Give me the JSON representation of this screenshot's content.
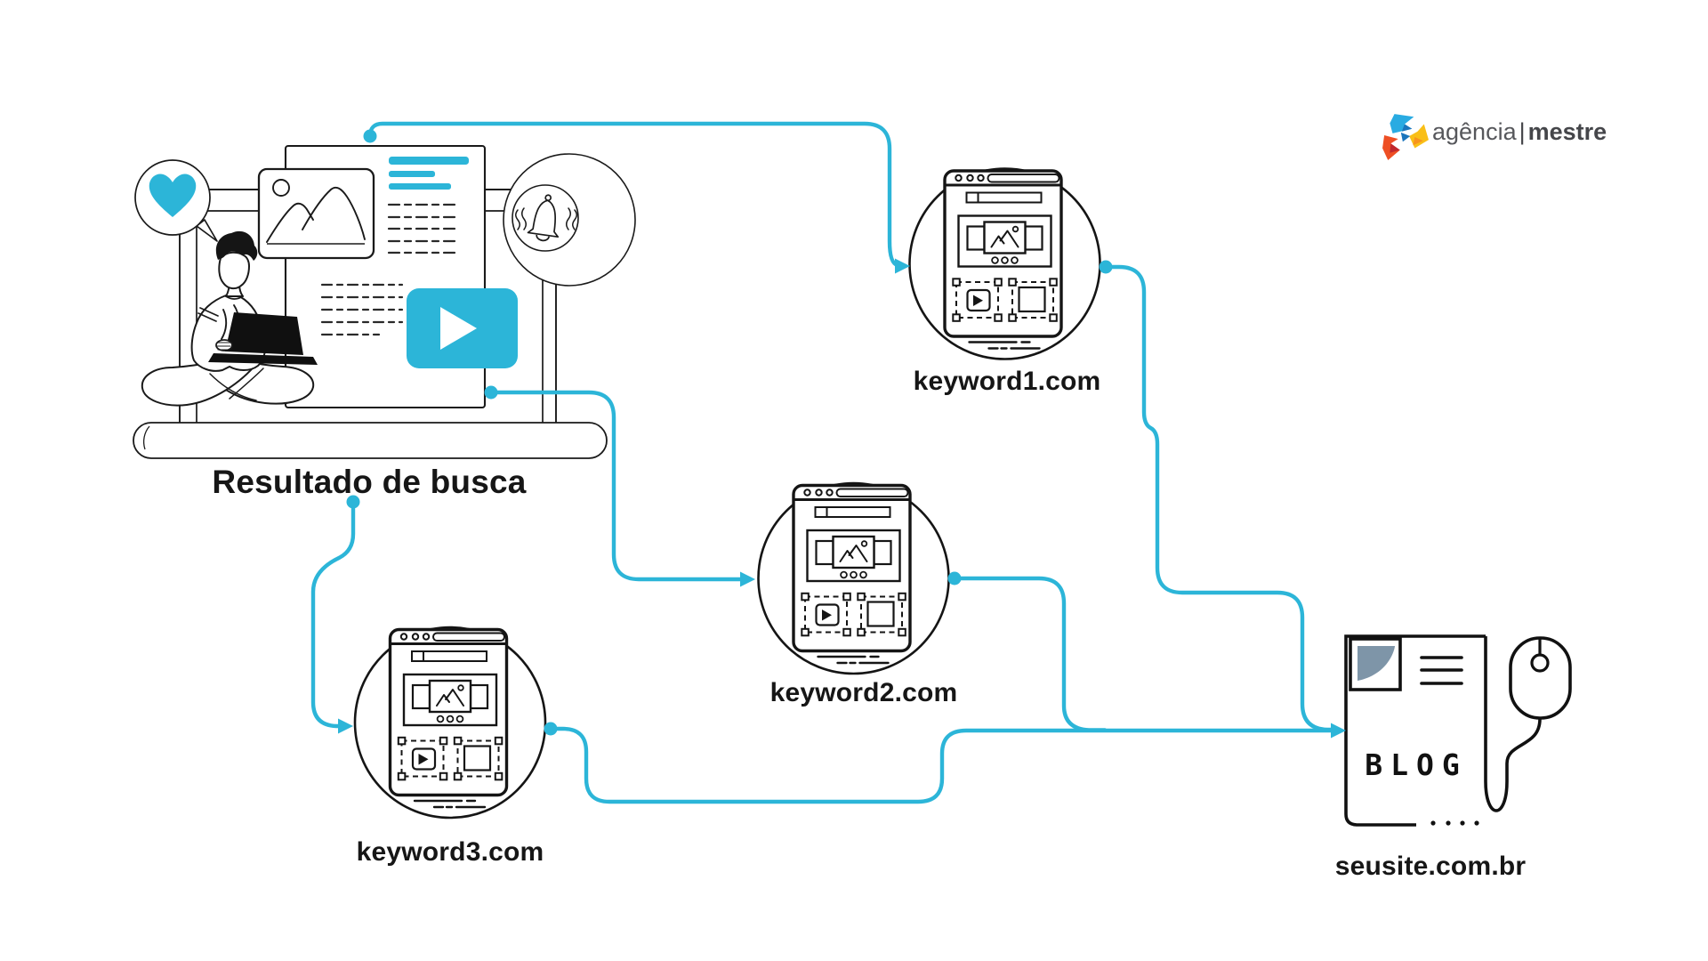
{
  "brand": {
    "name_left": "agência",
    "separator": "|",
    "name_right": "mestre"
  },
  "labels": {
    "search_results": "Resultado de busca",
    "keyword1": "keyword1.com",
    "keyword2": "keyword2.com",
    "keyword3": "keyword3.com",
    "your_site": "seusite.com.br",
    "blog": "BLOG"
  },
  "colors": {
    "accent": "#2cb5d8",
    "ink": "#161616",
    "logo_blue": "#29abe2",
    "logo_dark_blue": "#1b75bc",
    "logo_yellow": "#f9bf17",
    "logo_orange_dark": "#f7941e",
    "logo_red": "#ee4f24",
    "logo_text": "#56575b",
    "blog_corner_gray": "#7e95a8"
  },
  "diagram": {
    "description": "Search results page linking to keyword domains that all funnel links into the blog of seusite.com.br",
    "nodes": [
      {
        "id": "search-results",
        "label": "Resultado de busca",
        "type": "illustration"
      },
      {
        "id": "keyword1",
        "label": "keyword1.com",
        "type": "browser-circle"
      },
      {
        "id": "keyword2",
        "label": "keyword2.com",
        "type": "browser-circle"
      },
      {
        "id": "keyword3",
        "label": "keyword3.com",
        "type": "browser-circle"
      },
      {
        "id": "your-site",
        "label": "seusite.com.br",
        "type": "blog-page"
      }
    ],
    "edges": [
      {
        "from": "search-results",
        "to": "keyword1"
      },
      {
        "from": "search-results",
        "to": "keyword2"
      },
      {
        "from": "search-results",
        "to": "keyword3"
      },
      {
        "from": "keyword1",
        "to": "your-site"
      },
      {
        "from": "keyword2",
        "to": "your-site"
      },
      {
        "from": "keyword3",
        "to": "your-site"
      }
    ]
  }
}
